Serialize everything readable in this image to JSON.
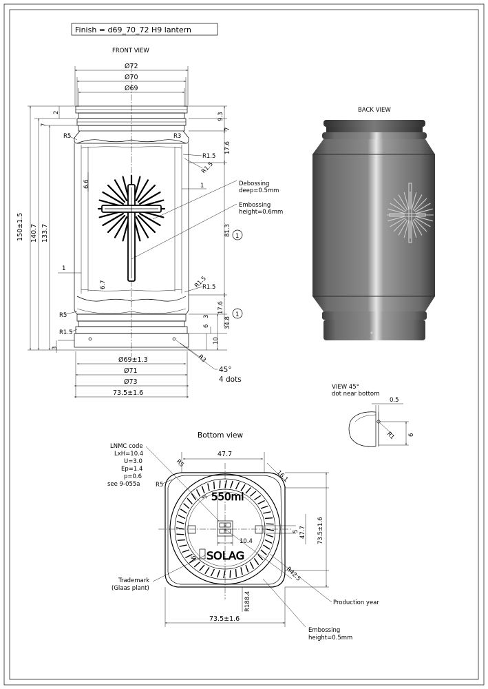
{
  "finish_label": "Finish = d69_70_72 H9 lantern",
  "views": {
    "front": "FRONT VIEW",
    "back": "BACK VIEW",
    "bottom": "Bottom view",
    "view45_line1": "VIEW 45°",
    "view45_line2": "dot near bottom"
  },
  "front_dims": {
    "d72": "Ø72",
    "d70": "Ø70",
    "d69": "Ø69",
    "d69_tol": "Ø69±1.3",
    "d71": "Ø71",
    "d73": "Ø73",
    "w73_5": "73.5±1.6",
    "h150": "150±1.5",
    "h140_7": "140.7",
    "h133_7": "133.7",
    "v2": "2",
    "v7a": "7",
    "v9_3": "9.3",
    "v7b": "7",
    "v17_6a": "17.6",
    "v81_3": "81.3",
    "v17_6b": "17.6",
    "v34_8": "34.8",
    "v3a": "3",
    "v6": "6",
    "v10": "10",
    "v3b": "3",
    "r5a": "R5",
    "r3a": "R3",
    "r1_5a": "R1.5",
    "r1_5b": "R1.5",
    "r1_5c": "R1.5",
    "r1_5d": "R1.5",
    "r5b": "R5",
    "r1_5e": "R1.5",
    "r3b": "R3",
    "d6_6": "6.6",
    "d1a": "1",
    "d1b": "1",
    "d6_7": "6.7",
    "debossing_1": "Debossing",
    "debossing_2": "deep=0.5mm",
    "embossing_1": "Embossing",
    "embossing_2": "height=0.6mm",
    "circle1a": "1",
    "circle1b": "1",
    "dots_1": "45°",
    "dots_2": "4 dots"
  },
  "view45": {
    "d0_5": "0.5",
    "r1": "R1",
    "d6": "6"
  },
  "bottom_dims": {
    "w47_7": "47.7",
    "v47_7": "47.7",
    "w73_5": "73.5±1.6",
    "v73_5": "73.5±1.6",
    "d16_1": "16.1",
    "r5a": "R5",
    "r5b": "R5",
    "d5a": "5",
    "d5b": "5",
    "d10_4": "10.4",
    "r42_5": "R42.5",
    "r188_4": "R188.4",
    "d6": "6",
    "capacity": "550ml",
    "logo": "SOLAG",
    "lnmc": [
      "LNMC code",
      "LxH=10.4",
      "U=3.0",
      "Ep=1.4",
      "p=0.6",
      "see 9-055a"
    ],
    "trademark": [
      "Trademark",
      "(Glaas plant)"
    ],
    "production_year": "Production year",
    "embossing": [
      "Embossing",
      "height=0.5mm"
    ]
  }
}
